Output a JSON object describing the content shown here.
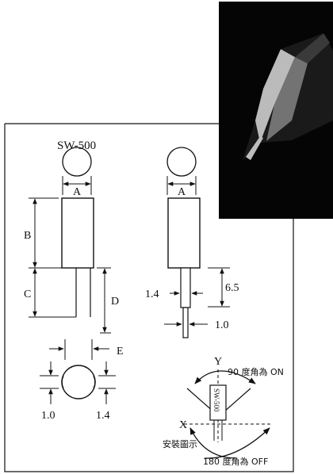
{
  "model": "SW-500",
  "dims": {
    "a": "A",
    "b": "B",
    "c": "C",
    "d": "D",
    "e": "E",
    "dim_1_4": "1.4",
    "dim_6_5": "6.5",
    "dim_1_0": "1.0"
  },
  "mounting": {
    "axis_y": "Y",
    "axis_x": "X",
    "on_label": "90 度角為 ON",
    "off_label": "180 度角為 OFF",
    "caption": "安裝圖示",
    "body_label": "SW-500"
  },
  "colors": {
    "ink": "#111111",
    "paper": "#ffffff",
    "photo_bg": "#050505"
  }
}
